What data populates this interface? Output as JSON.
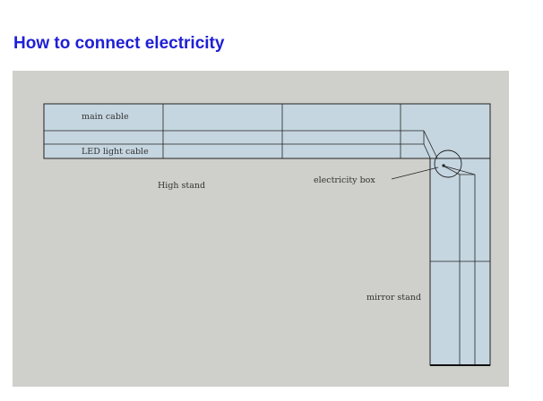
{
  "page": {
    "title": "How to connect electricity"
  },
  "diagram": {
    "labels": {
      "main_cable": "main cable",
      "led_light_cable": "LED light cable",
      "high_stand": "High stand",
      "electricity_box": "electricity box",
      "mirror_stand": "mirror stand"
    },
    "colors": {
      "background": "#cfcfcb",
      "stand_fill": "#c5d6e0",
      "line": "#222222",
      "title": "#1f1fd6"
    }
  }
}
